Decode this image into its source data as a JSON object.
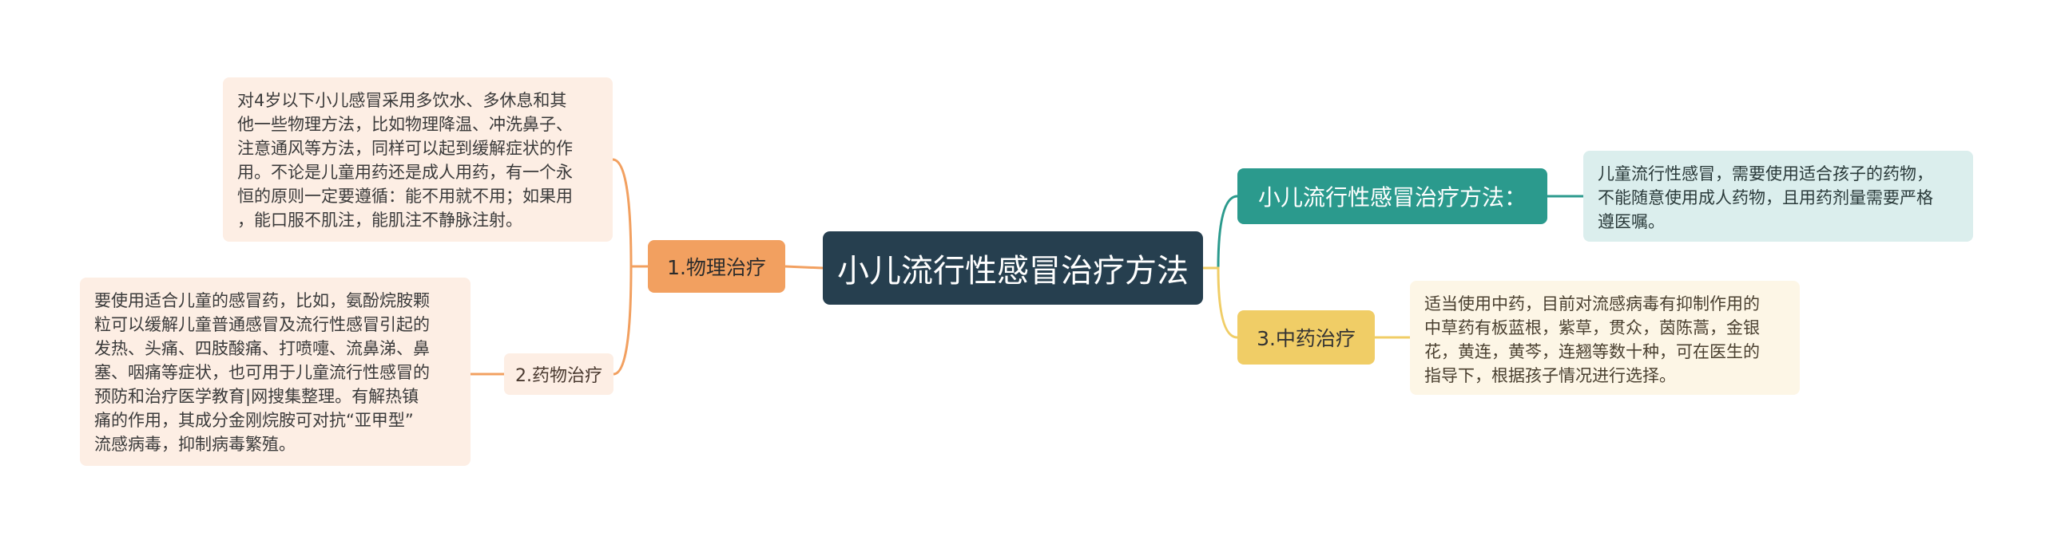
{
  "central": {
    "label": "小儿流行性感冒治疗方法"
  },
  "branches": {
    "physical": {
      "label": "1.物理治疗",
      "note": "对4岁以下小儿感冒采用多饮水、多休息和其\n他一些物理方法，比如物理降温、冲洗鼻子、\n注意通风等方法，同样可以起到缓解症状的作\n用。不论是儿童用药还是成人用药，有一个永\n恒的原则一定要遵循：能不用就不用；如果用\n，能口服不肌注，能肌注不静脉注射。"
    },
    "drug": {
      "label": "2.药物治疗",
      "note": "要使用适合儿童的感冒药，比如，氨酚烷胺颗\n粒可以缓解儿童普通感冒及流行性感冒引起的\n发热、头痛、四肢酸痛、打喷嚏、流鼻涕、鼻\n塞、咽痛等症状，也可用于儿童流行性感冒的\n预防和治疗医学教育|网搜集整理。有解热镇\n痛的作用，其成分金刚烷胺可对抗“亚甲型”\n流感病毒，抑制病毒繁殖。"
    },
    "method": {
      "label": "小儿流行性感冒治疗方法：",
      "note": "儿童流行性感冒，需要使用适合孩子的药物，\n不能随意使用成人药物，且用药剂量需要严格\n遵医嘱。"
    },
    "tcm": {
      "label": "3.中药治疗",
      "note": "适当使用中药，目前对流感病毒有抑制作用的\n中草药有板蓝根，紫草，贯众，茵陈蒿，金银\n花，黄连，黄芩，连翘等数十种，可在医生的\n指导下，根据孩子情况进行选择。"
    }
  },
  "colors": {
    "central": "#263f4f",
    "physical": "#f2a060",
    "drug_link": "#f2a060",
    "method": "#2b9a8d",
    "tcm": "#f0cd66"
  }
}
